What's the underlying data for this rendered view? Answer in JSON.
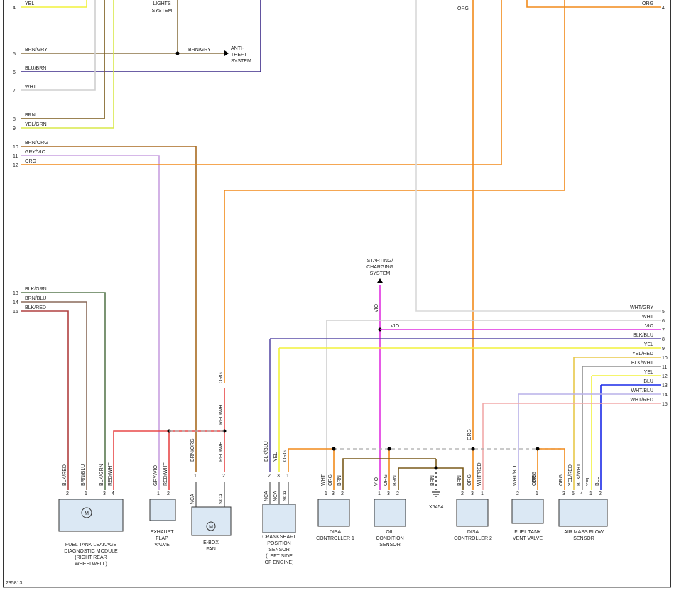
{
  "figure_id": "235813",
  "colors": {
    "YEL": "#f2f23c",
    "BRN": "#7a5a1a",
    "BRN_GRY": "#8b7446",
    "BLU_BRN": "#3b2a88",
    "WHT": "#cfcfcf",
    "YEL_GRN": "#d8e84a",
    "BRN_ORG": "#a86a20",
    "GRY_VIO": "#c8a0e0",
    "ORG": "#f28a1a",
    "BLK_GRN": "#5a7a50",
    "BRN_BLU": "#8a6a5a",
    "BLK_RED": "#b04040",
    "RED_WHT": "#e84848",
    "BLK_BLU": "#5b4fa8",
    "VIO": "#e030e0",
    "WHT_RED": "#f2a8a8",
    "WHT_BLU": "#b8b0e8",
    "BLK_WHT": "#909090",
    "YEL_RED": "#e8c84a",
    "BLU": "#1a2ae8",
    "WHT_GRY": "#d8d8d8",
    "DASH": "#aaaaaa",
    "FRAME": "#333333",
    "COMP_FILL": "#dbe8f4"
  },
  "top_labels": {
    "lights_system": [
      "LIGHTS",
      "SYSTEM"
    ],
    "anti_theft": [
      "ANTI-",
      "THEFT",
      "SYSTEM"
    ],
    "starting_charging": [
      "STARTING/",
      "CHARGING",
      "SYSTEM"
    ],
    "ground": "X6454"
  },
  "left_pins": [
    {
      "num": "4",
      "label": "YEL"
    },
    {
      "num": "5",
      "label": "BRN/GRY"
    },
    {
      "num": "6",
      "label": "BLU/BRN"
    },
    {
      "num": "7",
      "label": "WHT"
    },
    {
      "num": "8",
      "label": "BRN"
    },
    {
      "num": "9",
      "label": "YEL/GRN"
    },
    {
      "num": "10",
      "label": "BRN/ORG"
    },
    {
      "num": "11",
      "label": "GRY/VIO"
    },
    {
      "num": "12",
      "label": "ORG"
    },
    {
      "num": "13",
      "label": "BLK/GRN"
    },
    {
      "num": "14",
      "label": "BRN/BLU"
    },
    {
      "num": "15",
      "label": "BLK/RED"
    }
  ],
  "right_pins": [
    {
      "num": "4",
      "label": "ORG"
    },
    {
      "num": "5",
      "label": "WHT/GRY"
    },
    {
      "num": "6",
      "label": "WHT"
    },
    {
      "num": "7",
      "label": "VIO"
    },
    {
      "num": "8",
      "label": "BLK/BLU"
    },
    {
      "num": "9",
      "label": "YEL"
    },
    {
      "num": "10",
      "label": "YEL/RED"
    },
    {
      "num": "11",
      "label": "BLK/WHT"
    },
    {
      "num": "12",
      "label": "YEL"
    },
    {
      "num": "13",
      "label": "BLU"
    },
    {
      "num": "14",
      "label": "WHT/BLU"
    },
    {
      "num": "15",
      "label": "WHT/RED"
    }
  ],
  "mid_labels": {
    "brn_gry": "BRN/GRY",
    "org_top": "ORG",
    "vio_vert": "VIO",
    "vio_horz": "VIO",
    "org_ebox": "ORG",
    "red_wht_ebox": "RED/WHT",
    "org_disa2": "ORG",
    "org_vent": "ORG"
  },
  "components": [
    {
      "id": "fuel-tank-leakage",
      "caption": [
        "FUEL TANK LEAKAGE",
        "DIAGNOSTIC MODULE",
        "(RIGHT REAR",
        "WHEELWELL)"
      ],
      "pins": [
        {
          "num": "2",
          "wire": "BLK/RED"
        },
        {
          "num": "1",
          "wire": "BRN/BLU"
        },
        {
          "num": "3",
          "wire": "BLK/GRN"
        },
        {
          "num": "4",
          "wire": "RED/WHT"
        }
      ]
    },
    {
      "id": "exhaust-flap",
      "caption": [
        "EXHAUST",
        "FLAP",
        "VALVE"
      ],
      "pins": [
        {
          "num": "1",
          "wire": "GRY/VIO"
        },
        {
          "num": "2",
          "wire": "RED/WHT"
        }
      ]
    },
    {
      "id": "e-box-fan",
      "caption": [
        "E-BOX",
        "FAN"
      ],
      "pins": [
        {
          "num": "1",
          "wire": "BRN/ORG",
          "nca": "NCA"
        },
        {
          "num": "2",
          "wire": "RED/WHT",
          "nca": "NCA"
        }
      ]
    },
    {
      "id": "crankshaft",
      "caption": [
        "CRANKSHAFT",
        "POSITION",
        "SENSOR",
        "(LEFT SIDE",
        "OF ENGINE)"
      ],
      "pins": [
        {
          "num": "2",
          "wire": "BLK/BLU",
          "nca": "NCA"
        },
        {
          "num": "3",
          "wire": "YEL",
          "nca": "NCA"
        },
        {
          "num": "1",
          "wire": "ORG",
          "nca": "NCA"
        }
      ]
    },
    {
      "id": "disa-1",
      "caption": [
        "DISA",
        "CONTROLLER 1"
      ],
      "pins": [
        {
          "num": "1",
          "wire": "WHT"
        },
        {
          "num": "3",
          "wire": "ORG"
        },
        {
          "num": "2",
          "wire": "BRN"
        }
      ]
    },
    {
      "id": "oil-condition",
      "caption": [
        "OIL",
        "CONDITION",
        "SENSOR"
      ],
      "pins": [
        {
          "num": "1",
          "wire": "VIO"
        },
        {
          "num": "3",
          "wire": "ORG"
        },
        {
          "num": "2",
          "wire": "BRN"
        }
      ]
    },
    {
      "id": "ground-x6454",
      "caption": [],
      "pins": [
        {
          "num": "",
          "wire": "BRN"
        }
      ]
    },
    {
      "id": "disa-2",
      "caption": [
        "DISA",
        "CONTROLLER 2"
      ],
      "pins": [
        {
          "num": "2",
          "wire": "BRN"
        },
        {
          "num": "3",
          "wire": "ORG"
        },
        {
          "num": "1",
          "wire": "WHT/RED"
        }
      ]
    },
    {
      "id": "fuel-tank-vent",
      "caption": [
        "FUEL TANK",
        "VENT VALVE"
      ],
      "pins": [
        {
          "num": "2",
          "wire": "WHT/BLU"
        },
        {
          "num": "1",
          "wire": "ORG"
        }
      ]
    },
    {
      "id": "air-mass-flow",
      "caption": [
        "AIR MASS FLOW",
        "SENSOR"
      ],
      "pins": [
        {
          "num": "3",
          "wire": "ORG"
        },
        {
          "num": "5",
          "wire": "YEL/RED"
        },
        {
          "num": "4",
          "wire": "BLK/WHT"
        },
        {
          "num": "1",
          "wire": "YEL"
        },
        {
          "num": "2",
          "wire": "BLU"
        }
      ]
    }
  ]
}
